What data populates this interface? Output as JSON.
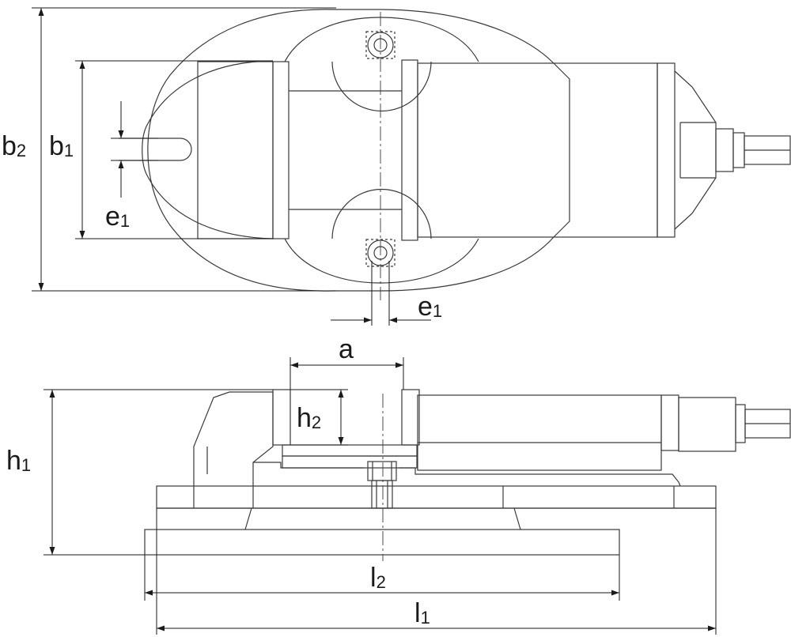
{
  "dimensions": {
    "b2": {
      "symbol": "b",
      "subscript": "2"
    },
    "b1": {
      "symbol": "b",
      "subscript": "1"
    },
    "e1_top": {
      "symbol": "e",
      "subscript": "1"
    },
    "e1_bottom": {
      "symbol": "e",
      "subscript": "1"
    },
    "a": {
      "symbol": "a",
      "subscript": ""
    },
    "h2": {
      "symbol": "h",
      "subscript": "2"
    },
    "h1": {
      "symbol": "h",
      "subscript": "1"
    },
    "l2": {
      "symbol": "l",
      "subscript": "2"
    },
    "l1": {
      "symbol": "l",
      "subscript": "1"
    }
  },
  "colors": {
    "line": "#3a3a3a",
    "text": "#1a1a1a",
    "background": "#ffffff"
  }
}
